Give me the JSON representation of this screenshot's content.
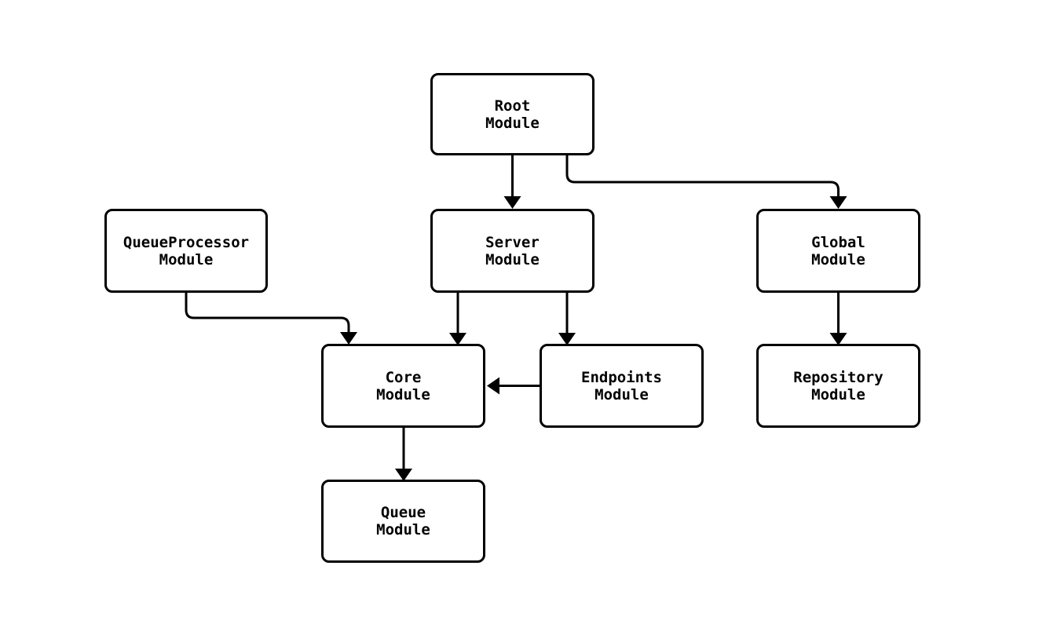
{
  "diagram": {
    "type": "flowchart",
    "background_color": "#ffffff",
    "stroke_color": "#000000",
    "nodes": [
      {
        "id": "root",
        "label": "Root\nModule"
      },
      {
        "id": "queueprocessor",
        "label": "QueueProcessor\nModule"
      },
      {
        "id": "server",
        "label": "Server\nModule"
      },
      {
        "id": "global",
        "label": "Global\nModule"
      },
      {
        "id": "core",
        "label": "Core\nModule"
      },
      {
        "id": "endpoints",
        "label": "Endpoints\nModule"
      },
      {
        "id": "repository",
        "label": "Repository\nModule"
      },
      {
        "id": "queue",
        "label": "Queue\nModule"
      }
    ],
    "edges": [
      {
        "from": "root",
        "to": "server"
      },
      {
        "from": "root",
        "to": "global"
      },
      {
        "from": "queueprocessor",
        "to": "core"
      },
      {
        "from": "server",
        "to": "core"
      },
      {
        "from": "server",
        "to": "endpoints"
      },
      {
        "from": "endpoints",
        "to": "core"
      },
      {
        "from": "global",
        "to": "repository"
      },
      {
        "from": "core",
        "to": "queue"
      }
    ]
  }
}
